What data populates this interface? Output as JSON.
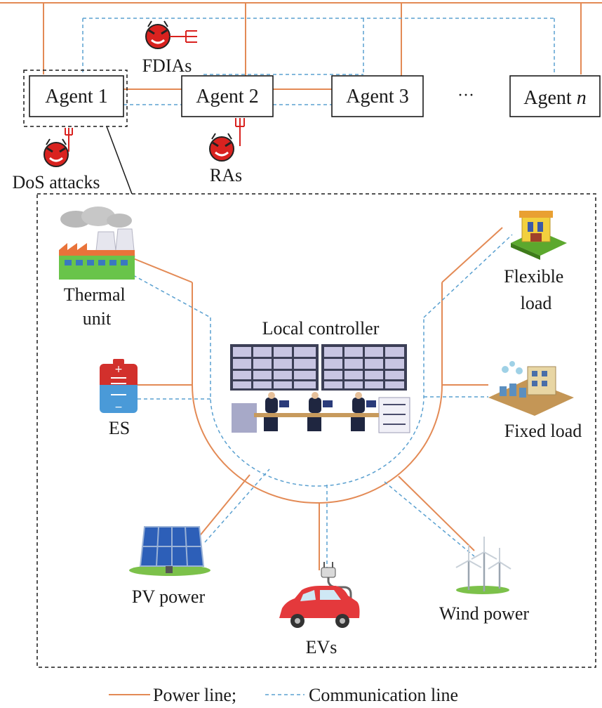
{
  "agents": [
    {
      "prefix": "Agent ",
      "suffix": "1"
    },
    {
      "prefix": "Agent ",
      "suffix": "2"
    },
    {
      "prefix": "Agent ",
      "suffix": "3"
    },
    {
      "prefix": "Agent ",
      "suffix": "n"
    }
  ],
  "ellipsis": "···",
  "attacks": {
    "fdia": "FDIAs",
    "dos": "DoS attacks",
    "ra": "RAs"
  },
  "central": {
    "title": "Local controller"
  },
  "components": {
    "thermal_line1": "Thermal",
    "thermal_line2": "unit",
    "es": "ES",
    "pv": "PV power",
    "ev": "EVs",
    "wind": "Wind power",
    "fixed_load": "Fixed load",
    "flexible_line1": "Flexible",
    "flexible_line2": "load"
  },
  "legend": {
    "power": "Power line;",
    "comm": "Communication line"
  },
  "colors": {
    "power_line": "#e38a55",
    "communication_line": "#5aa0d0"
  }
}
